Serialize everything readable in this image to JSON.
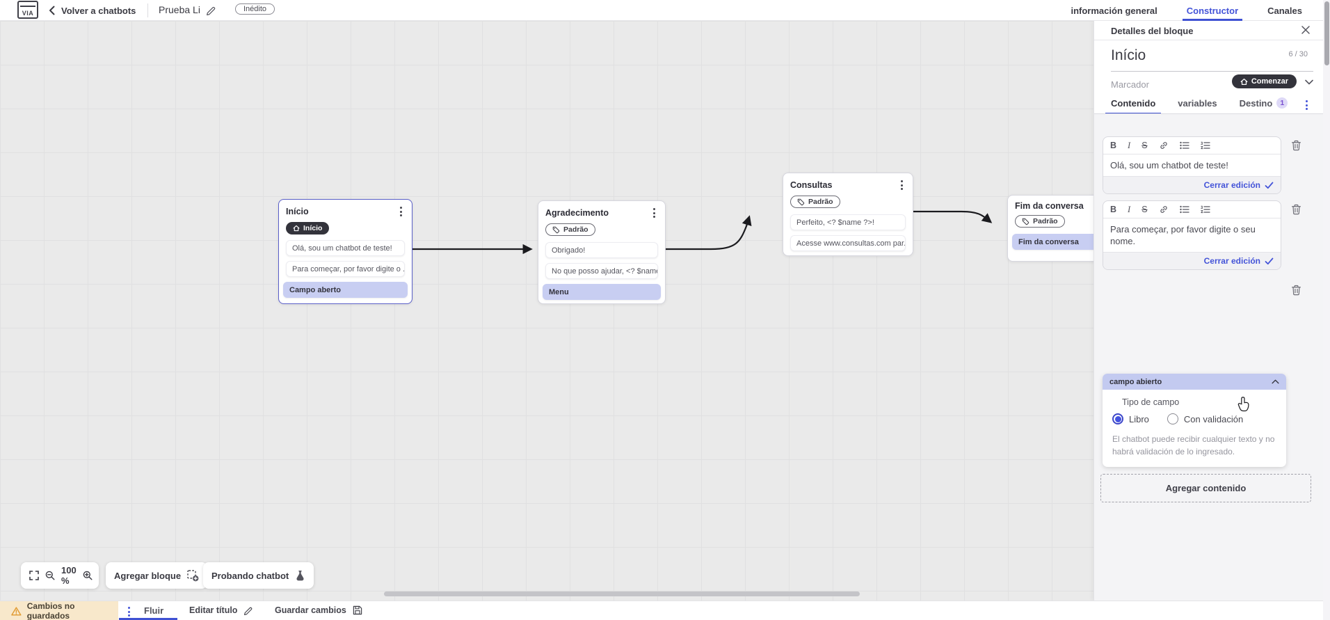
{
  "colors": {
    "accent": "#4353d8",
    "row_highlight": "#c8cef2",
    "dark_pill": "#33333b",
    "warning_bg": "#f8e8cb",
    "warning_icon": "#e8a33d"
  },
  "topbar": {
    "logo": "VIA",
    "back": "Volver a chatbots",
    "title": "Prueba Li",
    "status": "Inédito",
    "tabs": [
      {
        "label": "información general"
      },
      {
        "label": "Constructor"
      },
      {
        "label": "Canales"
      }
    ]
  },
  "flow": {
    "blocks": [
      {
        "title": "Início",
        "badge": "Início",
        "rows": [
          "Olá, sou um chatbot de teste!",
          "Para começar, por favor digite o ...",
          "Campo aberto"
        ]
      },
      {
        "title": "Agradecimento",
        "badge": "Padrão",
        "rows": [
          "Obrigado!",
          "No que posso ajudar, <? $name ...",
          "Menu"
        ]
      },
      {
        "title": "Consultas",
        "badge": "Padrão",
        "rows": [
          "Perfeito, <? $name ?>!",
          "Acesse www.consultas.com par..."
        ]
      },
      {
        "title": "Fim da conversa",
        "badge": "Padrão",
        "rows": [
          "Fim da conversa"
        ]
      }
    ],
    "zoom": "100 %",
    "add_block": "Agregar bloque",
    "test_chatbot": "Probando chatbot"
  },
  "panel": {
    "header": "Detalles del bloque",
    "block_name": "Início",
    "counter": "6 / 30",
    "marker_label": "Marcador",
    "marker_value": "Comenzar",
    "tabs": {
      "content": "Contenido",
      "variables": "variables",
      "destination": "Destino",
      "destination_badge": "1"
    },
    "editors": [
      {
        "text": "Olá, sou um chatbot de teste!",
        "close": "Cerrar edición"
      },
      {
        "text": "Para começar, por favor digite o seu nome.",
        "close": "Cerrar edición"
      }
    ],
    "field": {
      "title": "campo abierto",
      "type_label": "Tipo de campo",
      "option_free": "Libro",
      "option_validated": "Con validación",
      "helper": "El chatbot puede recibir cualquier texto y no habrá validación de lo ingresado."
    },
    "add_content": "Agregar contenido"
  },
  "bottombar": {
    "warning": "Cambios no guardados",
    "tab": "Fluir",
    "edit_title": "Editar título",
    "save": "Guardar cambios"
  }
}
